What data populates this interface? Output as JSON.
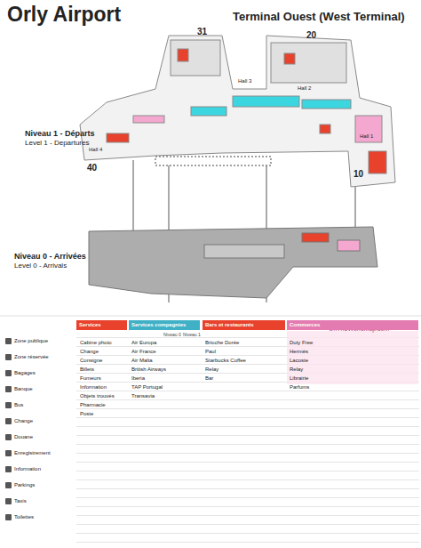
{
  "diagram": {
    "title": "Orly Airport",
    "nodes": [
      {
        "text": [
          "Services"
        ]
      },
      {
        "text": [
          "Services compagnies"
        ]
      },
      {
        "text": [
          "Bars et restaurants"
        ]
      },
      {
        "text": [
          "Commerces"
        ]
      }
    ],
    "labels": [
      "Terminal Ouest (West Terminal)",
      "Niveau 1 - Départs",
      "Level 1 - Departures",
      "Niveau 0 - Arrivées",
      "Level 0 - Arrivals",
      "Hall 1",
      "Hall 2",
      "Hall 3",
      "Hall 4",
      "10",
      "20",
      "31",
      "40",
      "Niveau 0",
      "Niveau 1",
      "OnTheWorldMap.com",
      "Cabine photo",
      "Change",
      "Consigne",
      "Billets",
      "Fumeurs",
      "Information",
      "Objets trouvés",
      "Pharmacie",
      "Poste",
      "Air Europa",
      "Air France",
      "Air Malta",
      "British Airways",
      "Iberia",
      "TAP Portugal",
      "Transavia",
      "Brioche Dorée",
      "Paul",
      "Starbucks Coffee",
      "Relay",
      "Bar",
      "Duty Free",
      "Hermès",
      "Lacoste",
      "Relay",
      "Librairie",
      "Parfums"
    ],
    "legend": [
      {
        "text": "Zone publique"
      },
      {
        "text": "Zone réservée"
      },
      {
        "text": "Bagages"
      },
      {
        "text": "Banque"
      },
      {
        "text": "Bus"
      },
      {
        "text": "Change"
      },
      {
        "text": "Douane"
      },
      {
        "text": "Enregistrement"
      },
      {
        "text": "Information"
      },
      {
        "text": "Parkings"
      },
      {
        "text": "Taxis"
      },
      {
        "text": "Toilettes"
      }
    ]
  }
}
